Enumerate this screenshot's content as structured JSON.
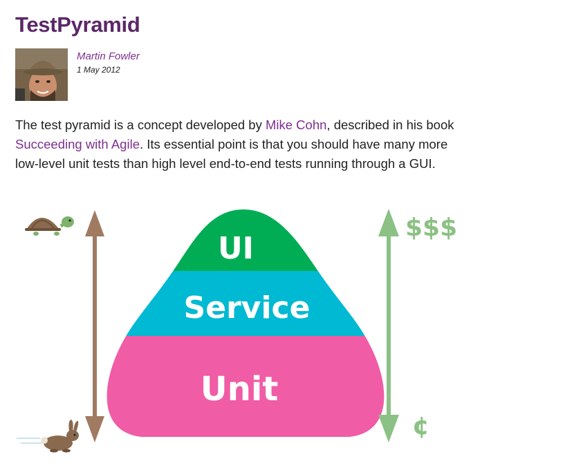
{
  "article": {
    "title": "TestPyramid",
    "author": "Martin Fowler",
    "date": "1 May 2012",
    "intro": {
      "text_1": "The test pyramid is a concept developed by ",
      "link_1": "Mike Cohn",
      "text_2": ", described in his book ",
      "link_2": "Succeeding with Agile",
      "text_3": ". Its essential point is that you should have many more low-level unit tests than high level end-to-end tests running through a GUI."
    }
  },
  "diagram": {
    "layers": [
      "UI",
      "Service",
      "Unit"
    ],
    "cost_high_label": "$$$",
    "cost_low_label": "¢",
    "slow_icon": "turtle-icon",
    "fast_icon": "rabbit-icon",
    "colors": {
      "ui": "#00ad55",
      "service": "#00b9d2",
      "unit": "#f05ca5",
      "speed_arrow": "#a17a62",
      "cost_arrow": "#8bc184"
    }
  }
}
